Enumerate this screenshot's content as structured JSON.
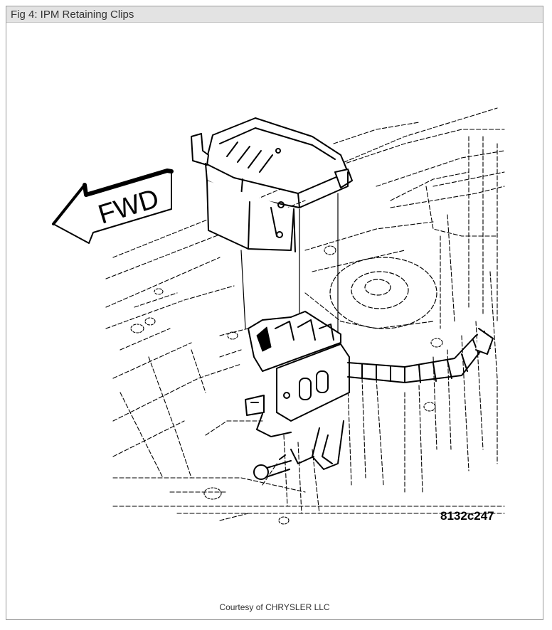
{
  "figure": {
    "title": "Fig 4: IPM Retaining Clips",
    "direction_label": "FWD",
    "part_number": "8132c247",
    "credit": "Courtesy of CHRYSLER LLC"
  },
  "colors": {
    "line": "#000000",
    "title_bar": "#e3e3e3",
    "frame_border": "#9a9a9a",
    "text": "#333333"
  }
}
